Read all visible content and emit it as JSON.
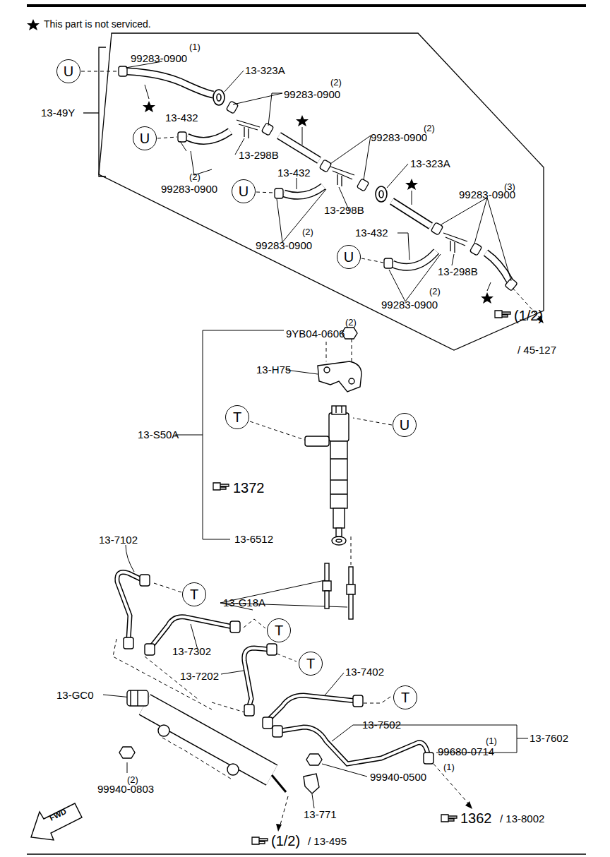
{
  "diagram": {
    "nodes": [
      {
        "text": [
          "U"
        ]
      },
      {
        "text": [
          "U"
        ]
      },
      {
        "text": [
          "U"
        ]
      },
      {
        "text": [
          "U"
        ]
      },
      {
        "text": [
          "T"
        ]
      },
      {
        "text": [
          "U"
        ]
      },
      {
        "text": [
          "T"
        ]
      },
      {
        "text": [
          "T"
        ]
      },
      {
        "text": [
          "T"
        ]
      },
      {
        "text": [
          "T"
        ]
      }
    ],
    "labels": [
      "This part is not serviced.",
      "(1)",
      "99283-0900",
      "13-323A",
      "(2)",
      "99283-0900",
      "13-49Y",
      "13-432",
      "13-298B",
      "(2)",
      "99283-0900",
      "(2)",
      "99283-0900",
      "13-432",
      "13-323A",
      "13-298B",
      "(3)",
      "99283-0900",
      "(2)",
      "99283-0900",
      "13-432",
      "13-298B",
      "(2)",
      "99283-0900",
      "(1/2)",
      "/ 45-127",
      "(2)",
      "9YB04-0606",
      "13-H75",
      "13-S50A",
      "1372",
      "13-6512",
      "13-G18A",
      "13-7102",
      "13-7302",
      "13-7202",
      "13-7402",
      "13-GC0",
      "13-7502",
      "13-7602",
      "(1)",
      "99680-0714",
      "(2)",
      "99940-0803",
      "(1)",
      "99940-0500",
      "13-771",
      "1362",
      "/ 13-8002",
      "(1/2)",
      "/ 13-495",
      "FWD"
    ]
  }
}
